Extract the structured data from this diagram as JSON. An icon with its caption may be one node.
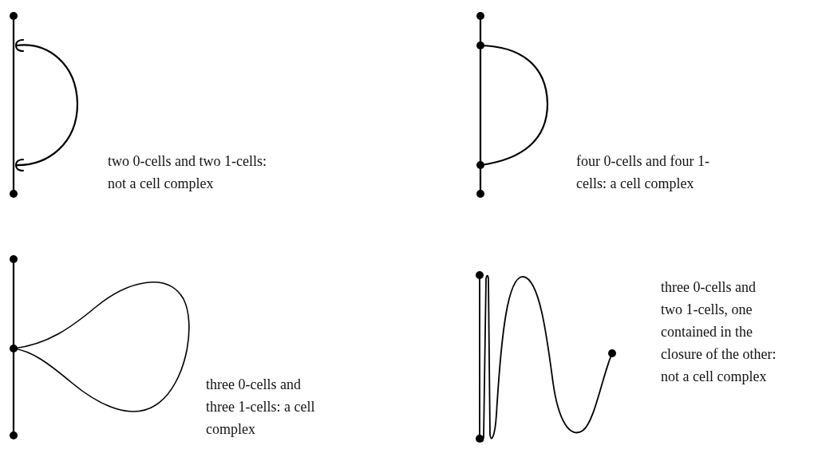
{
  "diagram": {
    "labels": [
      "two 0-cells and two 1-cells: not a cell complex",
      "four 0-cells and four 1-cells: a cell complex",
      "three 0-cells and three 1-cells: a cell complex",
      "three 0-cells and two 1-cells, one contained in the closure of the other: not a cell complex"
    ]
  }
}
